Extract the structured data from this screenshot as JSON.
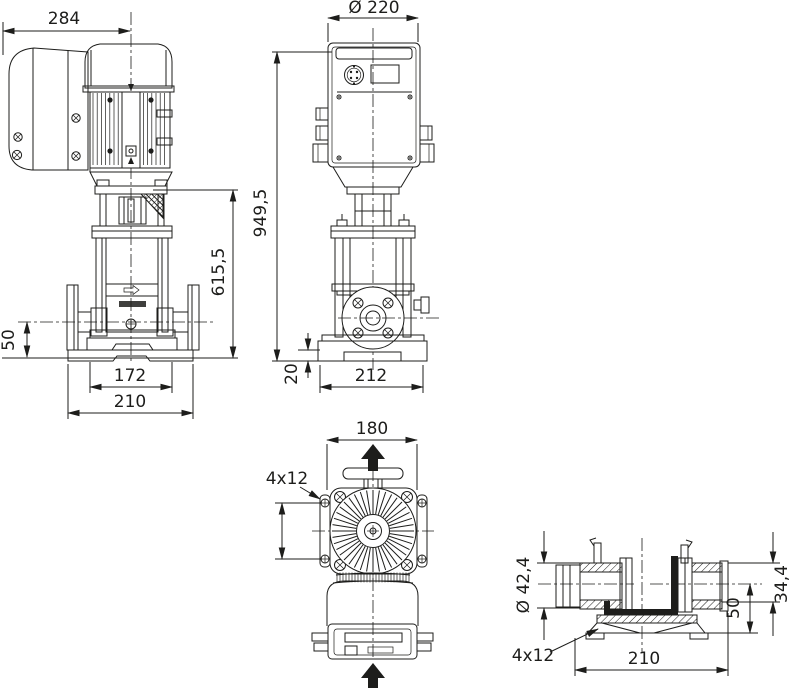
{
  "drawing": {
    "background": "#ffffff",
    "line_color": "#1d1d1b",
    "views": {
      "side": {
        "dim_overall_depth": "284",
        "dim_height_to_lantern": "615,5",
        "dim_port_center_height": "50",
        "dim_port_flange_span": "172",
        "dim_base_width": "210"
      },
      "front": {
        "dim_motor_diameter": "Ø 220",
        "dim_overall_height": "949,5",
        "dim_base_plate_thickness": "20",
        "dim_base_depth": "212"
      },
      "top": {
        "dim_flange_square": "180",
        "dim_bolt_slots": "4x12"
      },
      "base_section": {
        "dim_pipe_diameter": "Ø 42,4",
        "dim_pipe_edge_offset": "34,4",
        "dim_pipe_center_height": "50",
        "dim_bolt_slots": "4x12",
        "dim_base_length": "210"
      }
    }
  }
}
